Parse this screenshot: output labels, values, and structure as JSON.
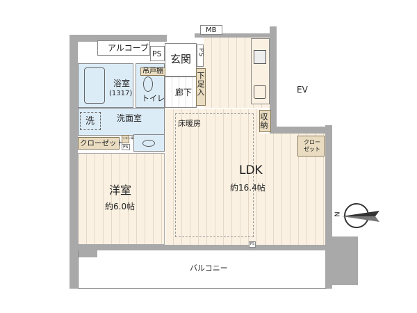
{
  "rooms": {
    "alcove": "アルコーブ",
    "ps1": "PS",
    "entrance": "玄関",
    "ps2": "PS",
    "mb": "MB",
    "bath": "浴室",
    "bath_size": "(1317)",
    "wall_cabinet": "吊戸棚",
    "toilet": "トイレ",
    "hallway": "廊下",
    "shoe_storage": "下足入",
    "washer": "洗",
    "washroom": "洗面室",
    "linen": "リネン庫",
    "ps3": "PS",
    "closet_left": "クローゼット",
    "floor_heating": "床暖房",
    "storage": "収納",
    "closet_right_1": "クロー",
    "closet_right_2": "ゼット",
    "ldk": "LDK",
    "ldk_size": "約16.4帖",
    "western_room": "洋室",
    "western_size": "約6.0帖",
    "ev": "EV",
    "balcony": "バルコニー",
    "ps4": "PS"
  },
  "compass": {
    "label": "N"
  }
}
